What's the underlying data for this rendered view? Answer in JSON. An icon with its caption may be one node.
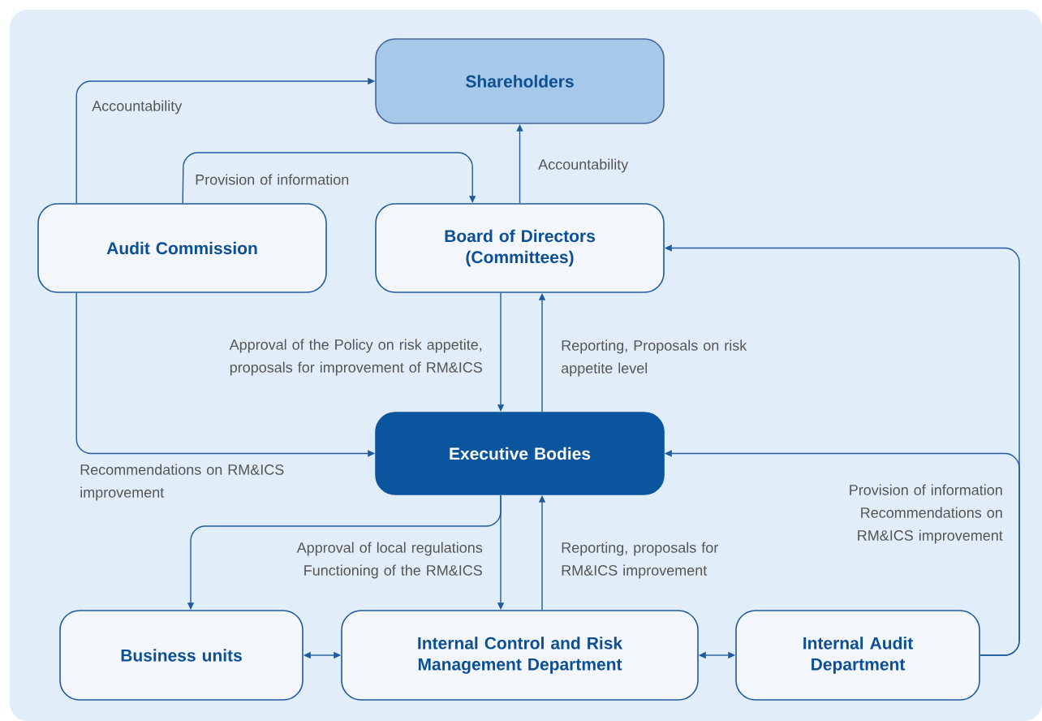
{
  "diagram": {
    "nodes": [
      {
        "text": [
          "Shareholders"
        ]
      },
      {
        "text": [
          "Audit Commission"
        ]
      },
      {
        "text": [
          "Board of Directors (Committees)"
        ]
      },
      {
        "text": [
          "Executive Bodies"
        ]
      },
      {
        "text": [
          "Business units"
        ]
      },
      {
        "text": [
          "Internal Control and Risk Management Department"
        ]
      },
      {
        "text": [
          "Internal Audit Department"
        ]
      }
    ],
    "edges": [
      {
        "from": 1,
        "to": 0,
        "arrow": "to",
        "label": "Accountability"
      },
      {
        "from": 1,
        "to": 2,
        "arrow": "to",
        "label": "Provision of information"
      },
      {
        "from": 2,
        "to": 0,
        "arrow": "to",
        "label": "Accountability"
      },
      {
        "from": 2,
        "to": 3,
        "arrow": "to",
        "label": "Approval of the Policy on risk appetite, proposals for improvement of RM&ICS"
      },
      {
        "from": 3,
        "to": 2,
        "arrow": "to",
        "label": "Reporting, Proposals on risk appetite level"
      },
      {
        "from": 1,
        "to": 3,
        "arrow": "to",
        "label": "Recommendations on RM&ICS improvement"
      },
      {
        "from": 6,
        "to": 2,
        "arrow": "to"
      },
      {
        "from": 6,
        "to": 3,
        "arrow": "to",
        "label": "Provision of information Recommendations on RM&ICS improvement"
      },
      {
        "from": 3,
        "to": 4,
        "arrow": "to"
      },
      {
        "from": 3,
        "to": 5,
        "arrow": "to",
        "label": "Approval of local regulations Functioning of the RM&ICS"
      },
      {
        "from": 5,
        "to": 3,
        "arrow": "to",
        "label": "Reporting, proposals for RM&ICS improvement"
      },
      {
        "from": 4,
        "to": 5,
        "arrow": "both"
      },
      {
        "from": 5,
        "to": 6,
        "arrow": "both"
      }
    ]
  }
}
